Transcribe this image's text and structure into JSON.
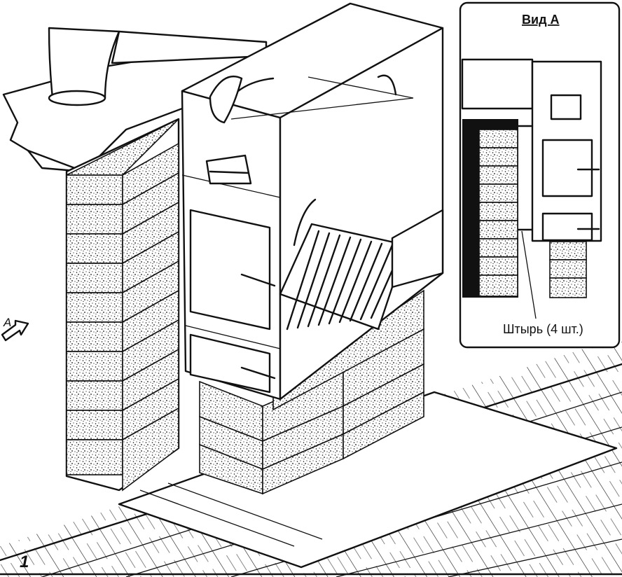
{
  "figure": {
    "number": "1",
    "view_marker": "A",
    "inset_title": "Вид А",
    "callout": "Штырь (4 шт.)"
  }
}
